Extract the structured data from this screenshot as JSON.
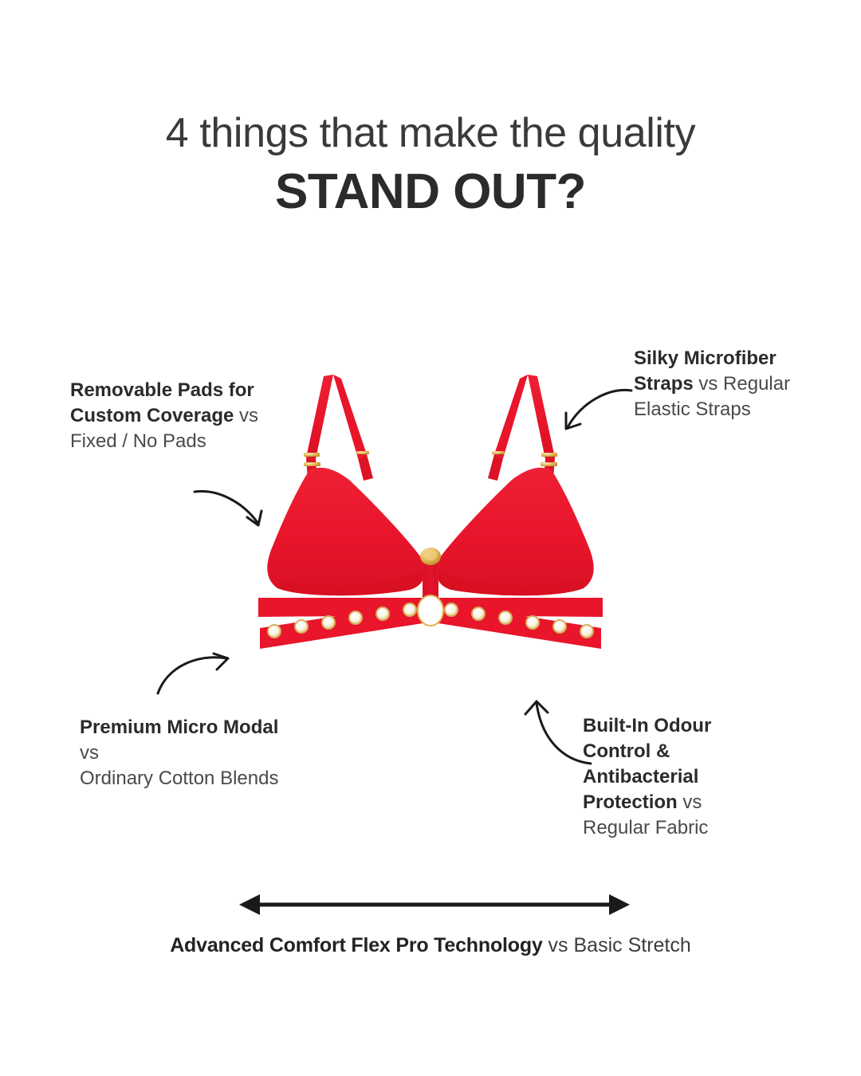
{
  "headline": {
    "line1": "4 things that make the quality",
    "line2": "STAND OUT?"
  },
  "callouts": [
    {
      "id": "removable-pads",
      "bold": "Removable Pads for Custom Coverage",
      "vs": " vs",
      "rest": "Fixed / No Pads"
    },
    {
      "id": "silky-microfiber-straps",
      "bold": "Silky Microfiber Straps",
      "vs": " vs Regular",
      "rest": "Elastic Straps"
    },
    {
      "id": "premium-micro-modal",
      "bold": "Premium Micro Modal",
      "vs": " vs",
      "rest": "Ordinary Cotton Blends"
    },
    {
      "id": "built-in-odour-control",
      "bold": "Built-In Odour Control & Antibacterial Protection",
      "vs": " vs",
      "rest": "Regular Fabric"
    }
  ],
  "bottom": {
    "bold": "Advanced Comfort Flex Pro Technology",
    "rest": " vs Basic Stretch"
  },
  "product": {
    "name": "red-bra",
    "fabric_color": "#E8152B",
    "fabric_shadow": "#C8101F",
    "hardware_color": "#E0B44F",
    "hardware_highlight": "#F7E6B0",
    "eyelet_count": 12
  },
  "colors": {
    "background": "#FFFFFF",
    "heading_light": "#3A3A3A",
    "heading_bold": "#2B2B2B",
    "body_text": "#4A4A4A",
    "arrow": "#1A1A1A",
    "accent_red": "#E8152B"
  }
}
